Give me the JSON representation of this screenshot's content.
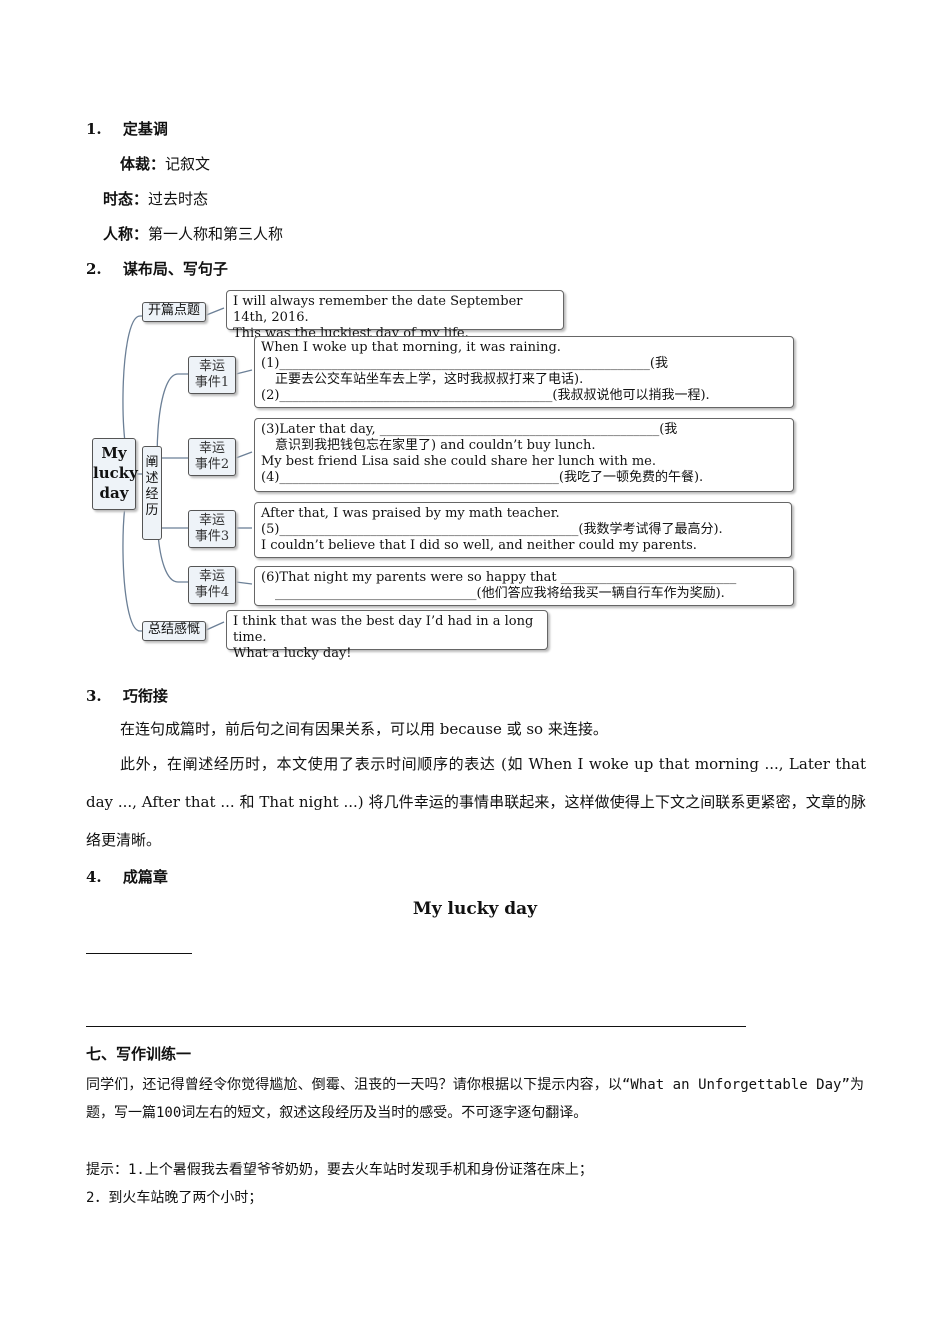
{
  "sections": {
    "s1": {
      "num": "1.",
      "title": "定基调"
    },
    "genre": {
      "label": "体裁：",
      "value": "记叙文"
    },
    "tense": {
      "label": "时态：",
      "value": "过去时态"
    },
    "person": {
      "label": "人称：",
      "value": "第一人称和第三人称"
    },
    "s2": {
      "num": "2.",
      "title": "谋布局、写句子"
    },
    "s3": {
      "num": "3.",
      "title": "巧衔接"
    },
    "s4": {
      "num": "4.",
      "title": "成篇章"
    }
  },
  "mindmap": {
    "root": [
      "My",
      "lucky",
      "day"
    ],
    "opening_tag": "开篇点题",
    "opening_lines": [
      "I will always remember the date September 14th, 2016.",
      "This was the luckiest day of my life."
    ],
    "middle_tag": [
      "阐",
      "述",
      "经",
      "历"
    ],
    "events": [
      {
        "tag": [
          "幸运",
          "事件1"
        ],
        "lines": [
          "When I woke up that morning, it was raining.",
          "(1)_________________________________________________________(我",
          "正要去公交车站坐车去上学，这时我叔叔打来了电话).",
          "(2)__________________________________________(我叔叔说他可以捎我一程)."
        ]
      },
      {
        "tag": [
          "幸运",
          "事件2"
        ],
        "lines": [
          "(3)Later that day, ___________________________________________(我",
          "意识到我把钱包忘在家里了) and couldn’t buy lunch.",
          "My best friend Lisa said she could share her lunch with me.",
          "(4)___________________________________________(我吃了一顿免费的午餐)."
        ]
      },
      {
        "tag": [
          "幸运",
          "事件3"
        ],
        "lines": [
          "After that, I was praised by my math teacher.",
          "(5)______________________________________________(我数学考试得了最高分).",
          "I couldn’t believe that I did so well, and neither could my parents."
        ]
      },
      {
        "tag": [
          "幸运",
          "事件4"
        ],
        "lines": [
          "(6)That night my parents were so happy that ___________________________",
          "_______________________________(他们答应我将给我买一辆自行车作为奖励)."
        ]
      }
    ],
    "closing_tag": "总结感慨",
    "closing_lines": [
      "I think that was the best day I’d had in a long time.",
      "What a lucky day!"
    ]
  },
  "s3_paragraphs": {
    "p1": "在连句成篇时，前后句之间有因果关系，可以用 because 或 so 来连接。",
    "p2": "此外，在阐述经历时，本文使用了表示时间顺序的表达 (如 When I woke up that morning ..., Later that day ..., After that ... 和 That night ...) 将几件幸运的事情串联起来，这样做使得上下文之间联系更紧密，文章的脉络更清晰。"
  },
  "essay_title": "My lucky day",
  "s7": {
    "title": "七、写作训练一",
    "prompt": "同学们，还记得曾经令你觉得尴尬、倒霉、沮丧的一天吗？请你根据以下提示内容，以“What an Unforgettable Day”为题，写一篇100词左右的短文，叙述这段经历及当时的感受。不可逐字逐句翻译。",
    "hint1": "提示：1.上个暑假我去看望爷爷奶奶，要去火车站时发现手机和身份证落在床上；",
    "hint2": "2．到火车站晚了两个小时；"
  }
}
